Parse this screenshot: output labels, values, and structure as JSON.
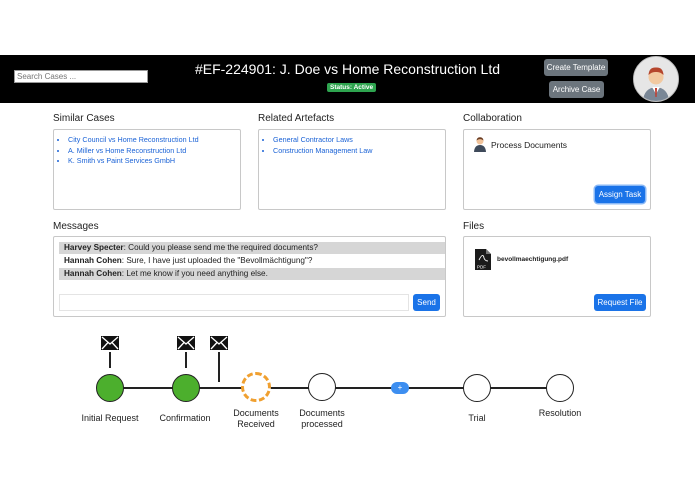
{
  "header": {
    "search_placeholder": "Search Cases ...",
    "title": "#EF-224901: J. Doe vs Home Reconstruction Ltd",
    "status": "Status: Active",
    "create_template": "Create Template",
    "archive_case": "Archive Case"
  },
  "similar_cases": {
    "title": "Similar Cases",
    "items": [
      "City Council vs Home Reconstruction Ltd",
      "A. Miller vs Home Reconstruction Ltd",
      "K. Smith vs Paint Services GmbH"
    ]
  },
  "related_artefacts": {
    "title": "Related Artefacts",
    "items": [
      "General Contractor Laws",
      "Construction Management Law"
    ]
  },
  "collaboration": {
    "title": "Collaboration",
    "task": "Process Documents",
    "assign_task": "Assign Task"
  },
  "messages": {
    "title": "Messages",
    "items": [
      {
        "author": "Harvey Specter",
        "text": ": Could you please send me the required documents?"
      },
      {
        "author": "Hannah Cohen",
        "text": ": Sure, I have just uploaded the \"Bevollmächtigung\"?"
      },
      {
        "author": "Hannah Cohen",
        "text": ": Let me know if you need anything else."
      }
    ],
    "send": "Send"
  },
  "files": {
    "title": "Files",
    "file_name": "bevollmaechtigung.pdf",
    "file_type": "PDF",
    "request_file": "Request File"
  },
  "timeline": {
    "steps": [
      {
        "label": "Initial Request",
        "state": "done"
      },
      {
        "label": "Confirmation",
        "state": "done"
      },
      {
        "label": "Documents Received",
        "state": "current"
      },
      {
        "label": "Documents processed",
        "state": "todo"
      },
      {
        "label": "+",
        "state": "add"
      },
      {
        "label": "Trial",
        "state": "todo"
      },
      {
        "label": "Resolution",
        "state": "todo"
      }
    ]
  },
  "colors": {
    "header_bg": "#000000",
    "status_green": "#2ea44f",
    "accent_blue": "#1a73e8",
    "done_green": "#4caf2d",
    "current_orange": "#f0a030"
  }
}
